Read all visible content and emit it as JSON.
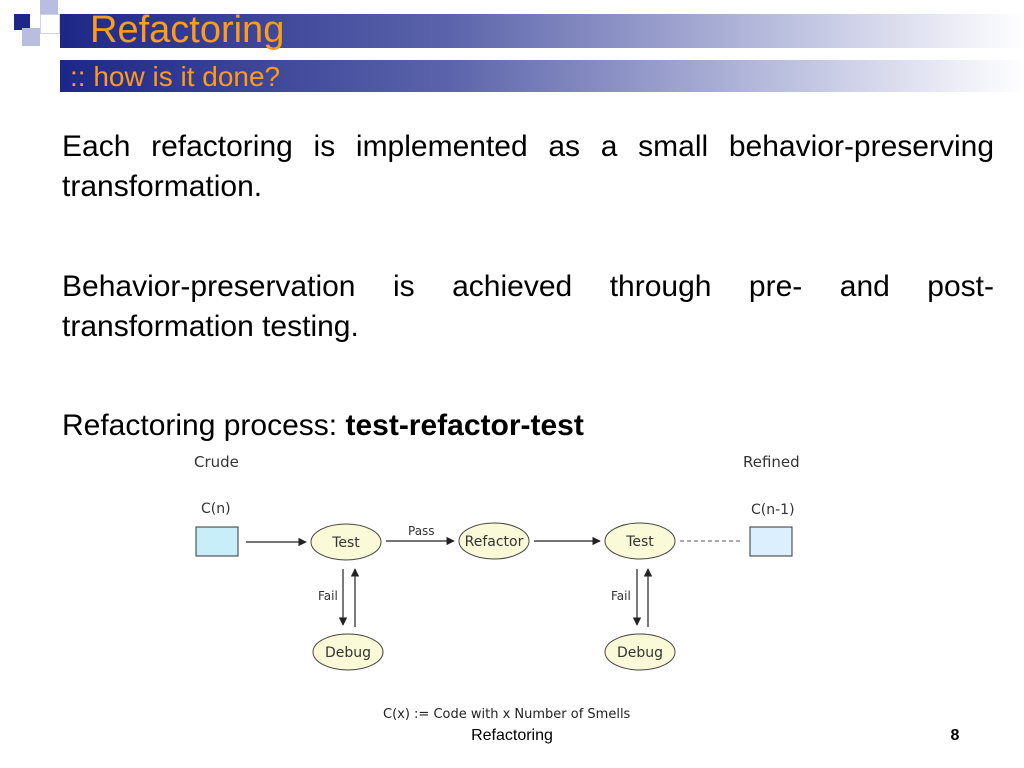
{
  "slide": {
    "title": "Refactoring",
    "subtitle": ":: how is it done?",
    "paragraph1": "Each refactoring is implemented as a small behavior-preserving transformation.",
    "paragraph2": "Behavior-preservation is achieved through pre- and post-transformation testing.",
    "paragraph3_prefix": "Refactoring process: ",
    "paragraph3_bold": "test-refactor-test"
  },
  "diagram": {
    "crude_label": "Crude",
    "refined_label": "Refined",
    "input_label": "C(n)",
    "output_label": "C(n-1)",
    "test_label": "Test",
    "refactor_label": "Refactor",
    "debug_label": "Debug",
    "pass_label": "Pass",
    "fail_label": "Fail",
    "legend": "C(x) := Code with x Number of Smells"
  },
  "footer": {
    "center": "Refactoring",
    "page": "8"
  },
  "colors": {
    "title": "#ff9b1a",
    "header_bar": "#1d2787",
    "input_box": "#c8eefa",
    "output_box": "#dcefff"
  }
}
